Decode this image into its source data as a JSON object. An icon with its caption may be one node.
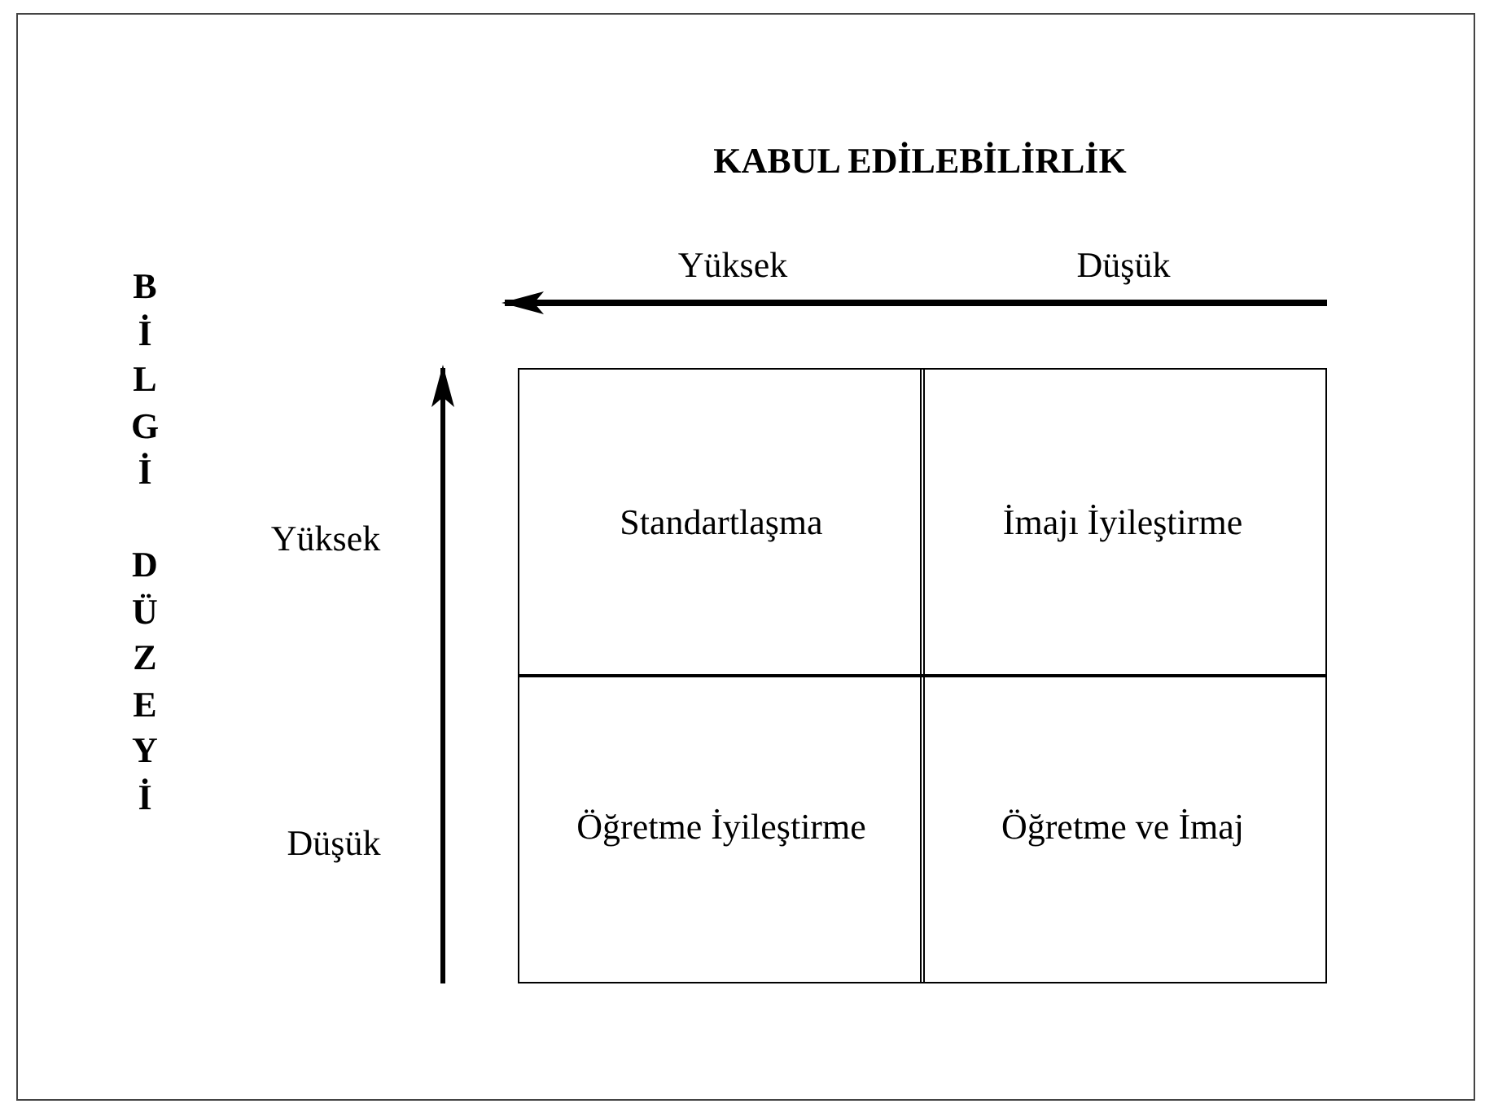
{
  "diagram": {
    "title": "KABUL EDİLEBİLİRLİK",
    "nodes": [
      {
        "text": [
          "Standartlaşma"
        ]
      },
      {
        "text": [
          "İmajı İyileştirme"
        ]
      },
      {
        "text": [
          "Öğretme İyileştirme"
        ]
      },
      {
        "text": [
          "Öğretme ve İmaj"
        ]
      }
    ],
    "labels": [
      "Yüksek",
      "Düşük",
      "BİLGİ DÜZEYİ",
      "Yüksek",
      "Düşük"
    ]
  }
}
